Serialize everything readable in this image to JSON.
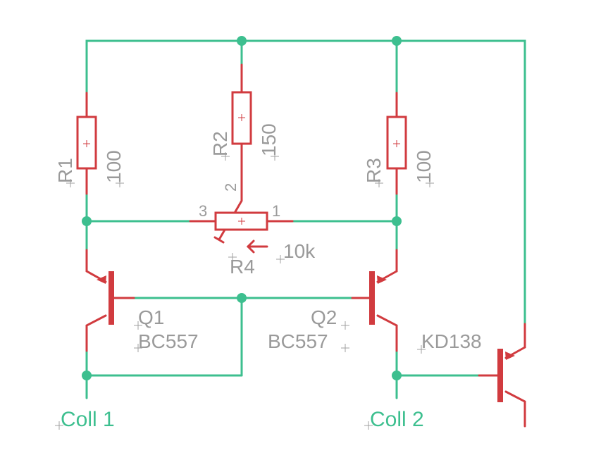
{
  "colors": {
    "wire": "#3dbf8f",
    "part": "#d13b3f",
    "label": "#9a9a9a",
    "background": "#ffffff"
  },
  "components": {
    "r1": {
      "name": "R1",
      "value": "100"
    },
    "r2": {
      "name": "R2",
      "value": "150"
    },
    "r3": {
      "name": "R3",
      "value": "100"
    },
    "r4": {
      "name": "R4",
      "value": "10k",
      "pin1": "1",
      "pin2": "2",
      "pin3": "3"
    },
    "q1": {
      "name": "Q1",
      "value": "BC557"
    },
    "q2": {
      "name": "Q2",
      "value": "BC557"
    },
    "q3": {
      "value": "KD138"
    }
  },
  "nets": {
    "coll1": "Coll 1",
    "coll2": "Coll 2"
  }
}
